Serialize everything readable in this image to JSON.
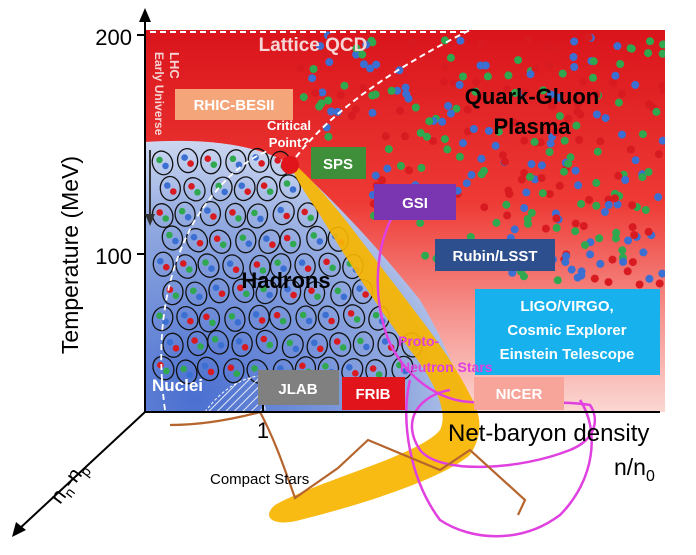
{
  "axes": {
    "y_label": "Temperature (MeV)",
    "y_tick_200": "200",
    "y_tick_100": "100",
    "x_label": "Net-baryon density",
    "x_unit_base": "n/n",
    "x_unit_sub": "0",
    "x_tick_1": "1",
    "z_label_n1": "n",
    "z_label_n1_sub": "n",
    "z_label_dash": "-n",
    "z_label_n2_sub": "p"
  },
  "regions": {
    "lattice": "Lattice QCD",
    "qgp_line1": "Quark-Gluon",
    "qgp_line2": "Plasma",
    "hadrons": "Hadrons",
    "nuclei": "Nuclei",
    "critical_line1": "Critical",
    "critical_line2": "Point?",
    "lhc_line1": "LHC",
    "lhc_line2": "Early Universe",
    "proto_line1": "Proto-",
    "proto_line2": "Neutron Stars",
    "compact": "Compact Stars"
  },
  "facilities": {
    "rhic": "RHIC-BESII",
    "sps": "SPS",
    "gsi": "GSI",
    "rubin": "Rubin/LSST",
    "ligo_line1": "LIGO/VIRGO,",
    "ligo_line2": "Cosmic Explorer",
    "ligo_line3": "Einstein Telescope",
    "jlab": "JLAB",
    "frib": "FRIB",
    "nicer": "NICER"
  },
  "colors": {
    "qgp_red": "#e8141b",
    "hadron_blue": "#6a8cd6",
    "crossover_band": "#f7b500",
    "rhic_box": "#f5a57a",
    "sps_box": "#3f8f3a",
    "gsi_box": "#7a35b0",
    "rubin_box": "#2d4f8e",
    "ligo_box": "#17b1ee",
    "jlab_box": "#808080",
    "frib_box": "#e0141a",
    "nicer_box": "#f7a59a",
    "neutron_star_loop": "#e040e0",
    "compact_line": "#b5652d"
  }
}
